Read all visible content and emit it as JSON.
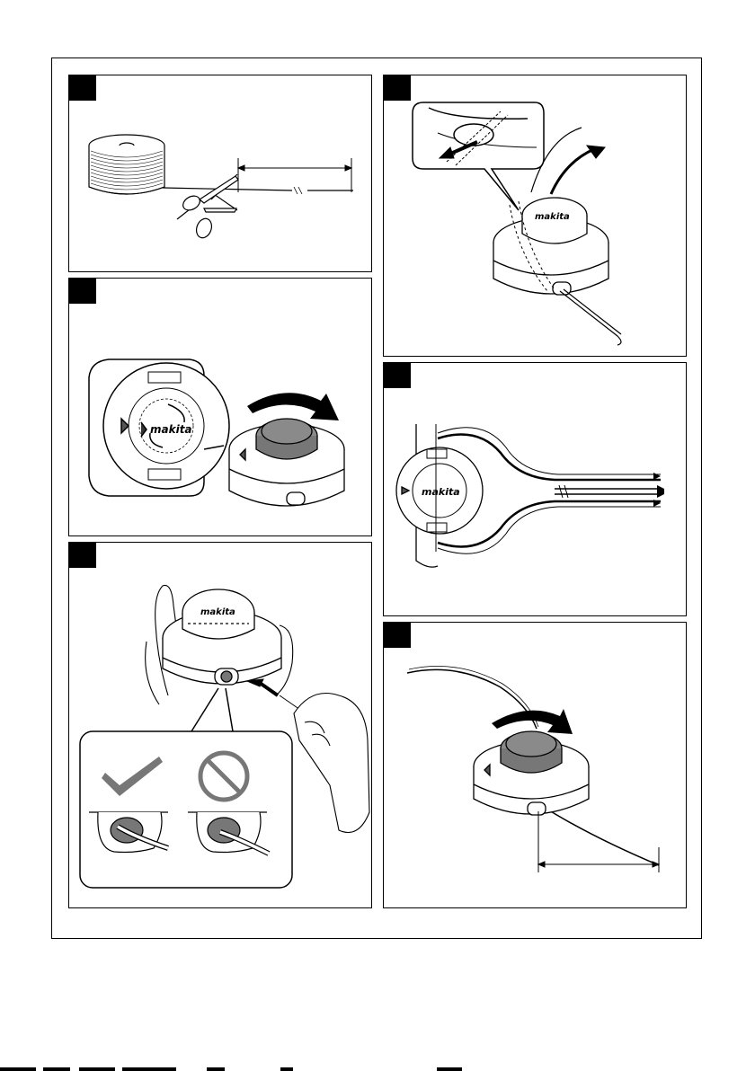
{
  "brand": {
    "logo": "makita"
  },
  "panels": [
    {
      "id": "fig1",
      "description_icon": "spool-cutting"
    },
    {
      "id": "fig2",
      "description_icon": "head-rotate"
    },
    {
      "id": "fig3",
      "description_icon": "hands-insert-line"
    },
    {
      "id": "fig4",
      "description_icon": "line-through-head"
    },
    {
      "id": "fig5",
      "description_icon": "line-fold-both-sides"
    },
    {
      "id": "fig6",
      "description_icon": "wind-and-measure"
    }
  ],
  "colors": {
    "ink": "#000000",
    "knob": "#8a8a8a",
    "knob_dark": "#555555",
    "badge": "#000000",
    "paper": "#ffffff"
  }
}
